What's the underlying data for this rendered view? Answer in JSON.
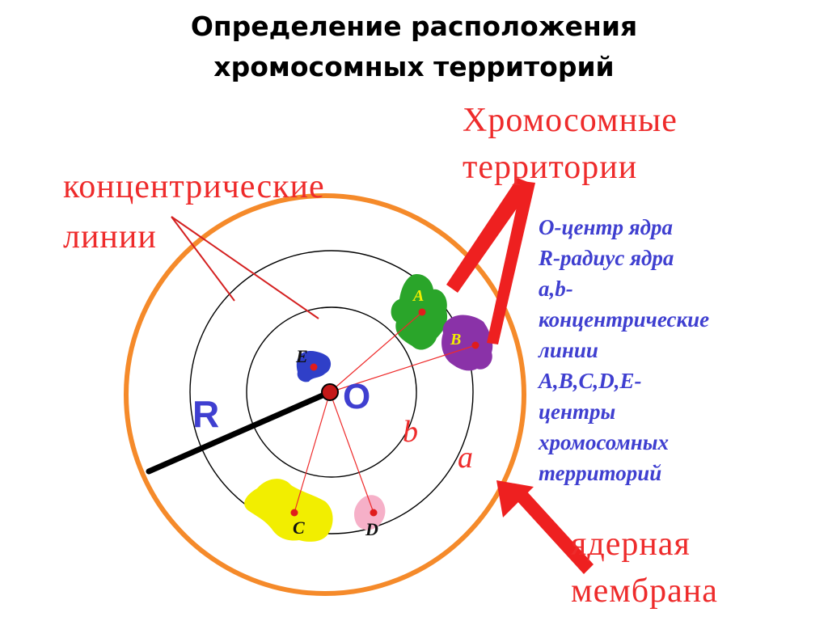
{
  "title": {
    "line1": "Определение расположения",
    "line2": "хромосомных территорий"
  },
  "callouts": {
    "concentric_lines": [
      "концентрические",
      "линии"
    ],
    "chromosome_territories": [
      "Хромосомные",
      "территории"
    ],
    "nuclear_membrane": [
      "ядерная",
      "мембрана"
    ]
  },
  "legend": [
    "О-центр ядра",
    "R-радиус ядра",
    "a,b-",
    "концентрические",
    "линии",
    "A,B,C,D,E-",
    "центры",
    "хромосомных",
    "территорий"
  ],
  "labels": {
    "center": "O",
    "radius": "R",
    "outer_line": "a",
    "inner_line": "b",
    "territory_a": "A",
    "territory_b": "B",
    "territory_c": "C",
    "territory_d": "D",
    "territory_e": "E"
  },
  "colors": {
    "membrane": "#f58a2a",
    "callout": "#ee2b2b",
    "legend_text": "#3f3fd0",
    "territory_a": "#2aa52a",
    "territory_b": "#8a32a8",
    "territory_c": "#f2ee00",
    "territory_d": "#f6b0c8",
    "territory_e": "#2f3fc8",
    "marker": "#e01c1c"
  }
}
